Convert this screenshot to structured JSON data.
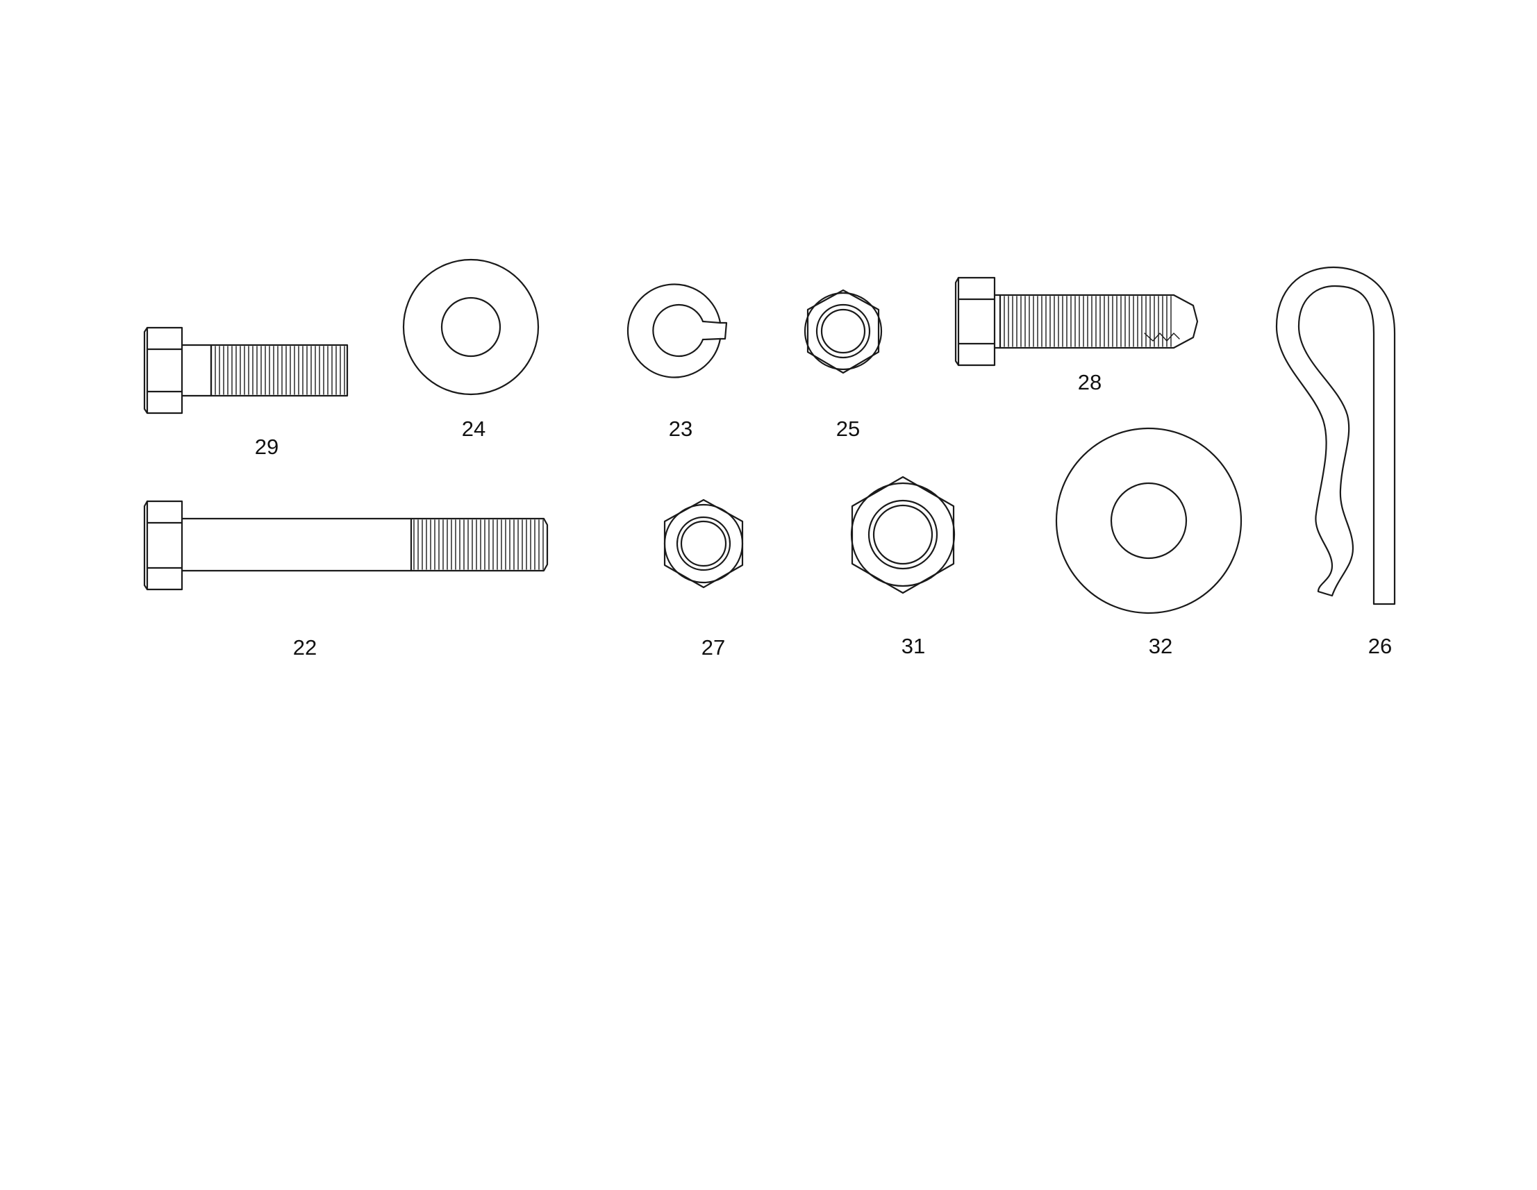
{
  "colors": {
    "line": "#1a1a1a",
    "background": "#ffffff"
  },
  "parts": [
    {
      "id": "hex-bolt-short",
      "kind": "hex-bolt",
      "label": "29"
    },
    {
      "id": "flat-washer-small",
      "kind": "flat-washer",
      "label": "24"
    },
    {
      "id": "lock-washer",
      "kind": "split-lock-washer",
      "label": "23"
    },
    {
      "id": "hex-nut-small",
      "kind": "hex-nut",
      "label": "25"
    },
    {
      "id": "hex-bolt-threaded",
      "kind": "hex-bolt",
      "label": "28"
    },
    {
      "id": "hair-pin-clip",
      "kind": "hair-pin-cotter",
      "label": "26"
    },
    {
      "id": "hex-bolt-long",
      "kind": "hex-bolt",
      "label": "22"
    },
    {
      "id": "hex-nut-medium",
      "kind": "hex-nut",
      "label": "27"
    },
    {
      "id": "hex-nut-large",
      "kind": "hex-nut",
      "label": "31"
    },
    {
      "id": "flat-washer-large",
      "kind": "flat-washer",
      "label": "32"
    }
  ]
}
